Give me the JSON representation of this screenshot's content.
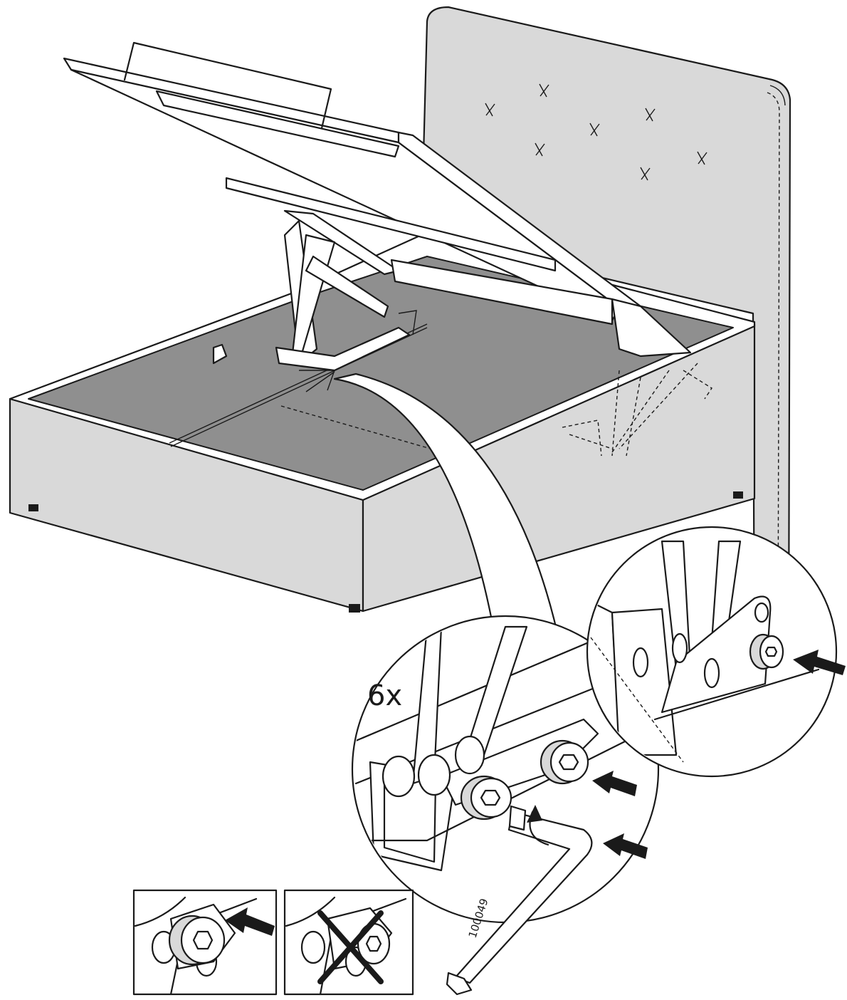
{
  "step": {
    "quantity_label": "6x",
    "article_number": "100049"
  },
  "colors": {
    "ink": "#1a1a1a",
    "fabric": "#d9d9d9",
    "base_board": "#8f8f8f",
    "paper": "#ffffff"
  },
  "icons": {
    "push_arrow": "arrow-icon",
    "rotate": "rotate-clockwise-icon",
    "wrong": "cross-icon"
  },
  "panels": {
    "correct": "correct-example",
    "incorrect": "incorrect-example"
  }
}
